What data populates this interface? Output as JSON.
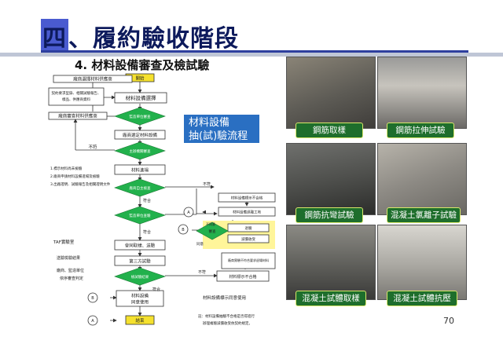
{
  "slide": {
    "title_prefix": "四",
    "title_rest": "、履約驗收階段",
    "subtitle": "4.   材料設備審查及檢試驗",
    "page_number": "70"
  },
  "flowchart": {
    "label_line1": "材料設備",
    "label_line2": "抽(試)驗流程圖",
    "nodes": {
      "start": "開始",
      "select_material": "材料設備選擇",
      "vendor_select": "廠商選擇材料供應商",
      "vendor_docs_1": "契約要求型錄、相關試驗報告、",
      "vendor_docs_2": "樣品、供應商資料",
      "vendor_submit": "廠商審查材料供應商",
      "supervisor_review": "監造單位審查",
      "vendor_choose": "廠商選定材料設備",
      "owner_review": "主辦機關審查",
      "fail_1": "不符",
      "mark_material": "材料進場",
      "notes_1": "1.標示材料尚未檢驗",
      "notes_1b": "2.廠商申請材料設備進場及檢驗",
      "notes_1c": "3.出廠證明、試驗報告及相關證明文件",
      "vendor_self": "廠商自主檢查",
      "pass_1": "符合",
      "fail_2": "不符",
      "tag_fail": "材料設備標示不合格",
      "handle": "材料設備退離工地",
      "supervisor_check": "監造單位查驗",
      "pass_2": "符合",
      "node_a": "A",
      "node_b": "B",
      "decision_a": "不同意",
      "decision_b": "審查",
      "return": "退驗",
      "reduce": "減價收受",
      "agree": "同意",
      "taf": "TAF實驗室",
      "sample": "會同取樣、送驗",
      "lab_report": "送驗檢驗結果",
      "test_third": "第三方試驗",
      "owner_supervisor": "廠商、監造單位",
      "report_judge": "依序審查判定",
      "result_check": "檢試驗結果",
      "fail_3": "不符",
      "vendor_fail": "廠商實驗不符合要求退場材料",
      "not_comply": "材料標示不合格",
      "material_use_1": "材料設備",
      "material_use_2": "同意使用",
      "pass_3": "符合",
      "material_label": "材料設備標示同意使用",
      "end": "結束",
      "footnote_1": "註：材料設備抽驗不合格是否得進行",
      "footnote_2": "辦理複驗減價收受依契約規定。"
    }
  },
  "photos": [
    {
      "caption": "鋼筋取樣"
    },
    {
      "caption": "鋼筋拉伸試驗"
    },
    {
      "caption": "鋼筋抗彎試驗"
    },
    {
      "caption": "混凝土氯離子試驗"
    },
    {
      "caption": "混凝土試體取樣"
    },
    {
      "caption": "混凝土試體抗壓"
    }
  ],
  "colors": {
    "title": "#0d1a5c",
    "title_box": "#4a5bd0",
    "diamond": "#22b14c",
    "start_end": "#f5e12e",
    "label_box": "#2a6fc2",
    "caption_bg": "#1e6e2c",
    "highlight": "#fff59a"
  }
}
